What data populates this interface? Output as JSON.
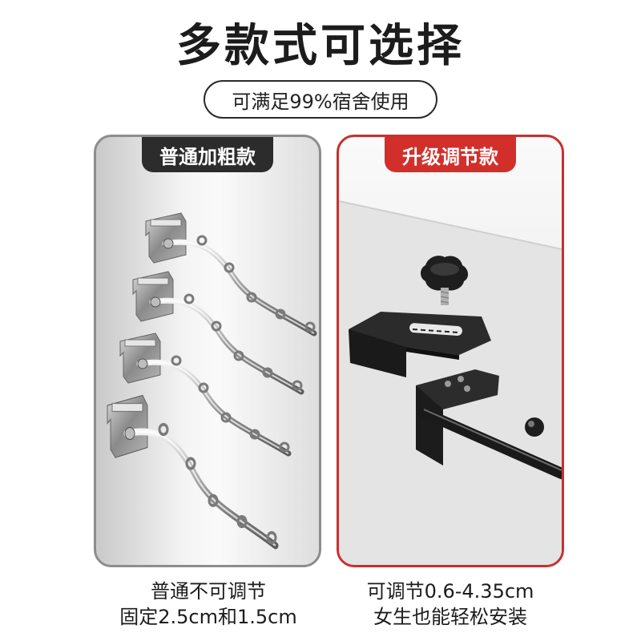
{
  "header": {
    "title": "多款式可选择",
    "subtitle": "可满足99%宿舍使用"
  },
  "options": [
    {
      "badge": "普通加粗款",
      "badge_color": "#2c2c2c",
      "caption_line1": "普通不可调节",
      "caption_line2": "固定2.5cm和1.5cm",
      "illustration": "four-chrome-wavy-hooks"
    },
    {
      "badge": "升级调节款",
      "badge_color": "#d32f2a",
      "caption_line1": "可调节0.6-4.35cm",
      "caption_line2": "女生也能轻松安装",
      "illustration": "black-adjustable-clamp-with-knob"
    }
  ],
  "colors": {
    "accent_red": "#d32f2a",
    "dark": "#2c2c2c",
    "border_gray": "#8d8d8d"
  }
}
